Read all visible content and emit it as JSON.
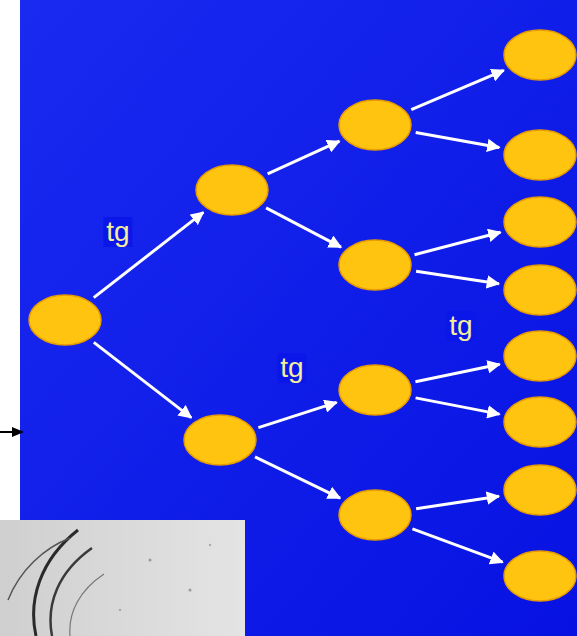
{
  "diagram": {
    "nodes": [
      {
        "text": []
      },
      {
        "text": []
      },
      {
        "text": []
      },
      {
        "text": []
      },
      {
        "text": []
      },
      {
        "text": []
      },
      {
        "text": []
      },
      {
        "text": []
      },
      {
        "text": []
      },
      {
        "text": []
      },
      {
        "text": []
      },
      {
        "text": []
      },
      {
        "text": []
      },
      {
        "text": []
      },
      {
        "text": []
      }
    ],
    "edges": [
      {
        "from": 0,
        "to": 1,
        "label": "tg",
        "arrow": "to"
      },
      {
        "from": 0,
        "to": 2,
        "arrow": "to"
      },
      {
        "from": 1,
        "to": 3,
        "arrow": "to"
      },
      {
        "from": 1,
        "to": 4,
        "arrow": "to"
      },
      {
        "from": 2,
        "to": 5,
        "label": "tg",
        "arrow": "to"
      },
      {
        "from": 2,
        "to": 6,
        "arrow": "to"
      },
      {
        "from": 3,
        "to": 7,
        "arrow": "to"
      },
      {
        "from": 3,
        "to": 8,
        "arrow": "to"
      },
      {
        "from": 4,
        "to": 9,
        "arrow": "to"
      },
      {
        "from": 4,
        "to": 10,
        "arrow": "to"
      },
      {
        "from": 5,
        "to": 11,
        "label": "tg",
        "arrow": "to"
      },
      {
        "from": 5,
        "to": 12,
        "arrow": "to"
      },
      {
        "from": 6,
        "to": 13,
        "arrow": "to"
      },
      {
        "from": 6,
        "to": 14,
        "arrow": "to"
      }
    ]
  }
}
